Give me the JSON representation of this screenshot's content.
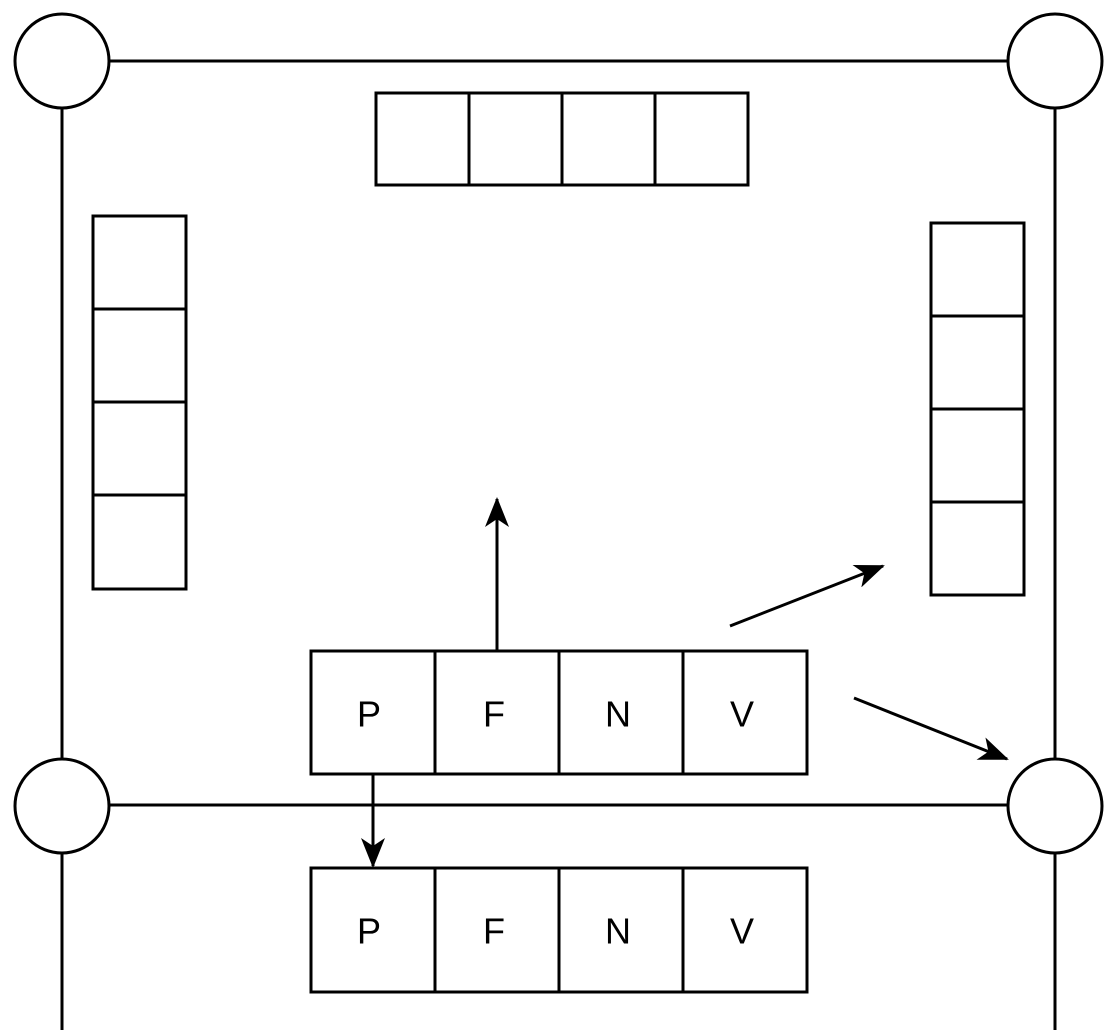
{
  "diagram": {
    "center_row": {
      "cells": [
        "P",
        "F",
        "N",
        "V"
      ]
    },
    "bottom_row": {
      "cells": [
        "P",
        "F",
        "N",
        "V"
      ]
    },
    "top_row": {
      "cells": [
        "",
        "",
        "",
        ""
      ]
    },
    "left_column": {
      "cells": [
        "",
        "",
        "",
        ""
      ]
    },
    "right_column": {
      "cells": [
        "",
        "",
        "",
        ""
      ]
    }
  }
}
